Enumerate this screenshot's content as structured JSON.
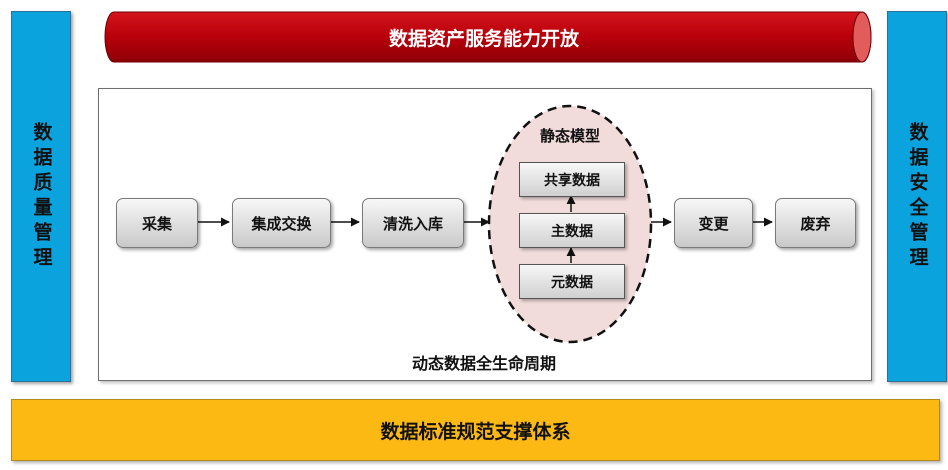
{
  "banner": {
    "label": "数据资产服务能力开放"
  },
  "left_panel": {
    "label": "数据质量管理"
  },
  "right_panel": {
    "label": "数据安全管理"
  },
  "lifecycle": {
    "title": "动态数据全生命周期",
    "steps": [
      "采集",
      "集成交换",
      "清洗入库",
      "变更",
      "废弃"
    ]
  },
  "static_model": {
    "title": "静态模型",
    "items": [
      "共享数据",
      "主数据",
      "元数据"
    ]
  },
  "footer": {
    "label": "数据标准规范支撑体系"
  },
  "colors": {
    "side_panel": "#0aa3dd",
    "banner": "#c0000b",
    "footer": "#fdb913",
    "ellipse_fill": "#f2dcdb"
  }
}
